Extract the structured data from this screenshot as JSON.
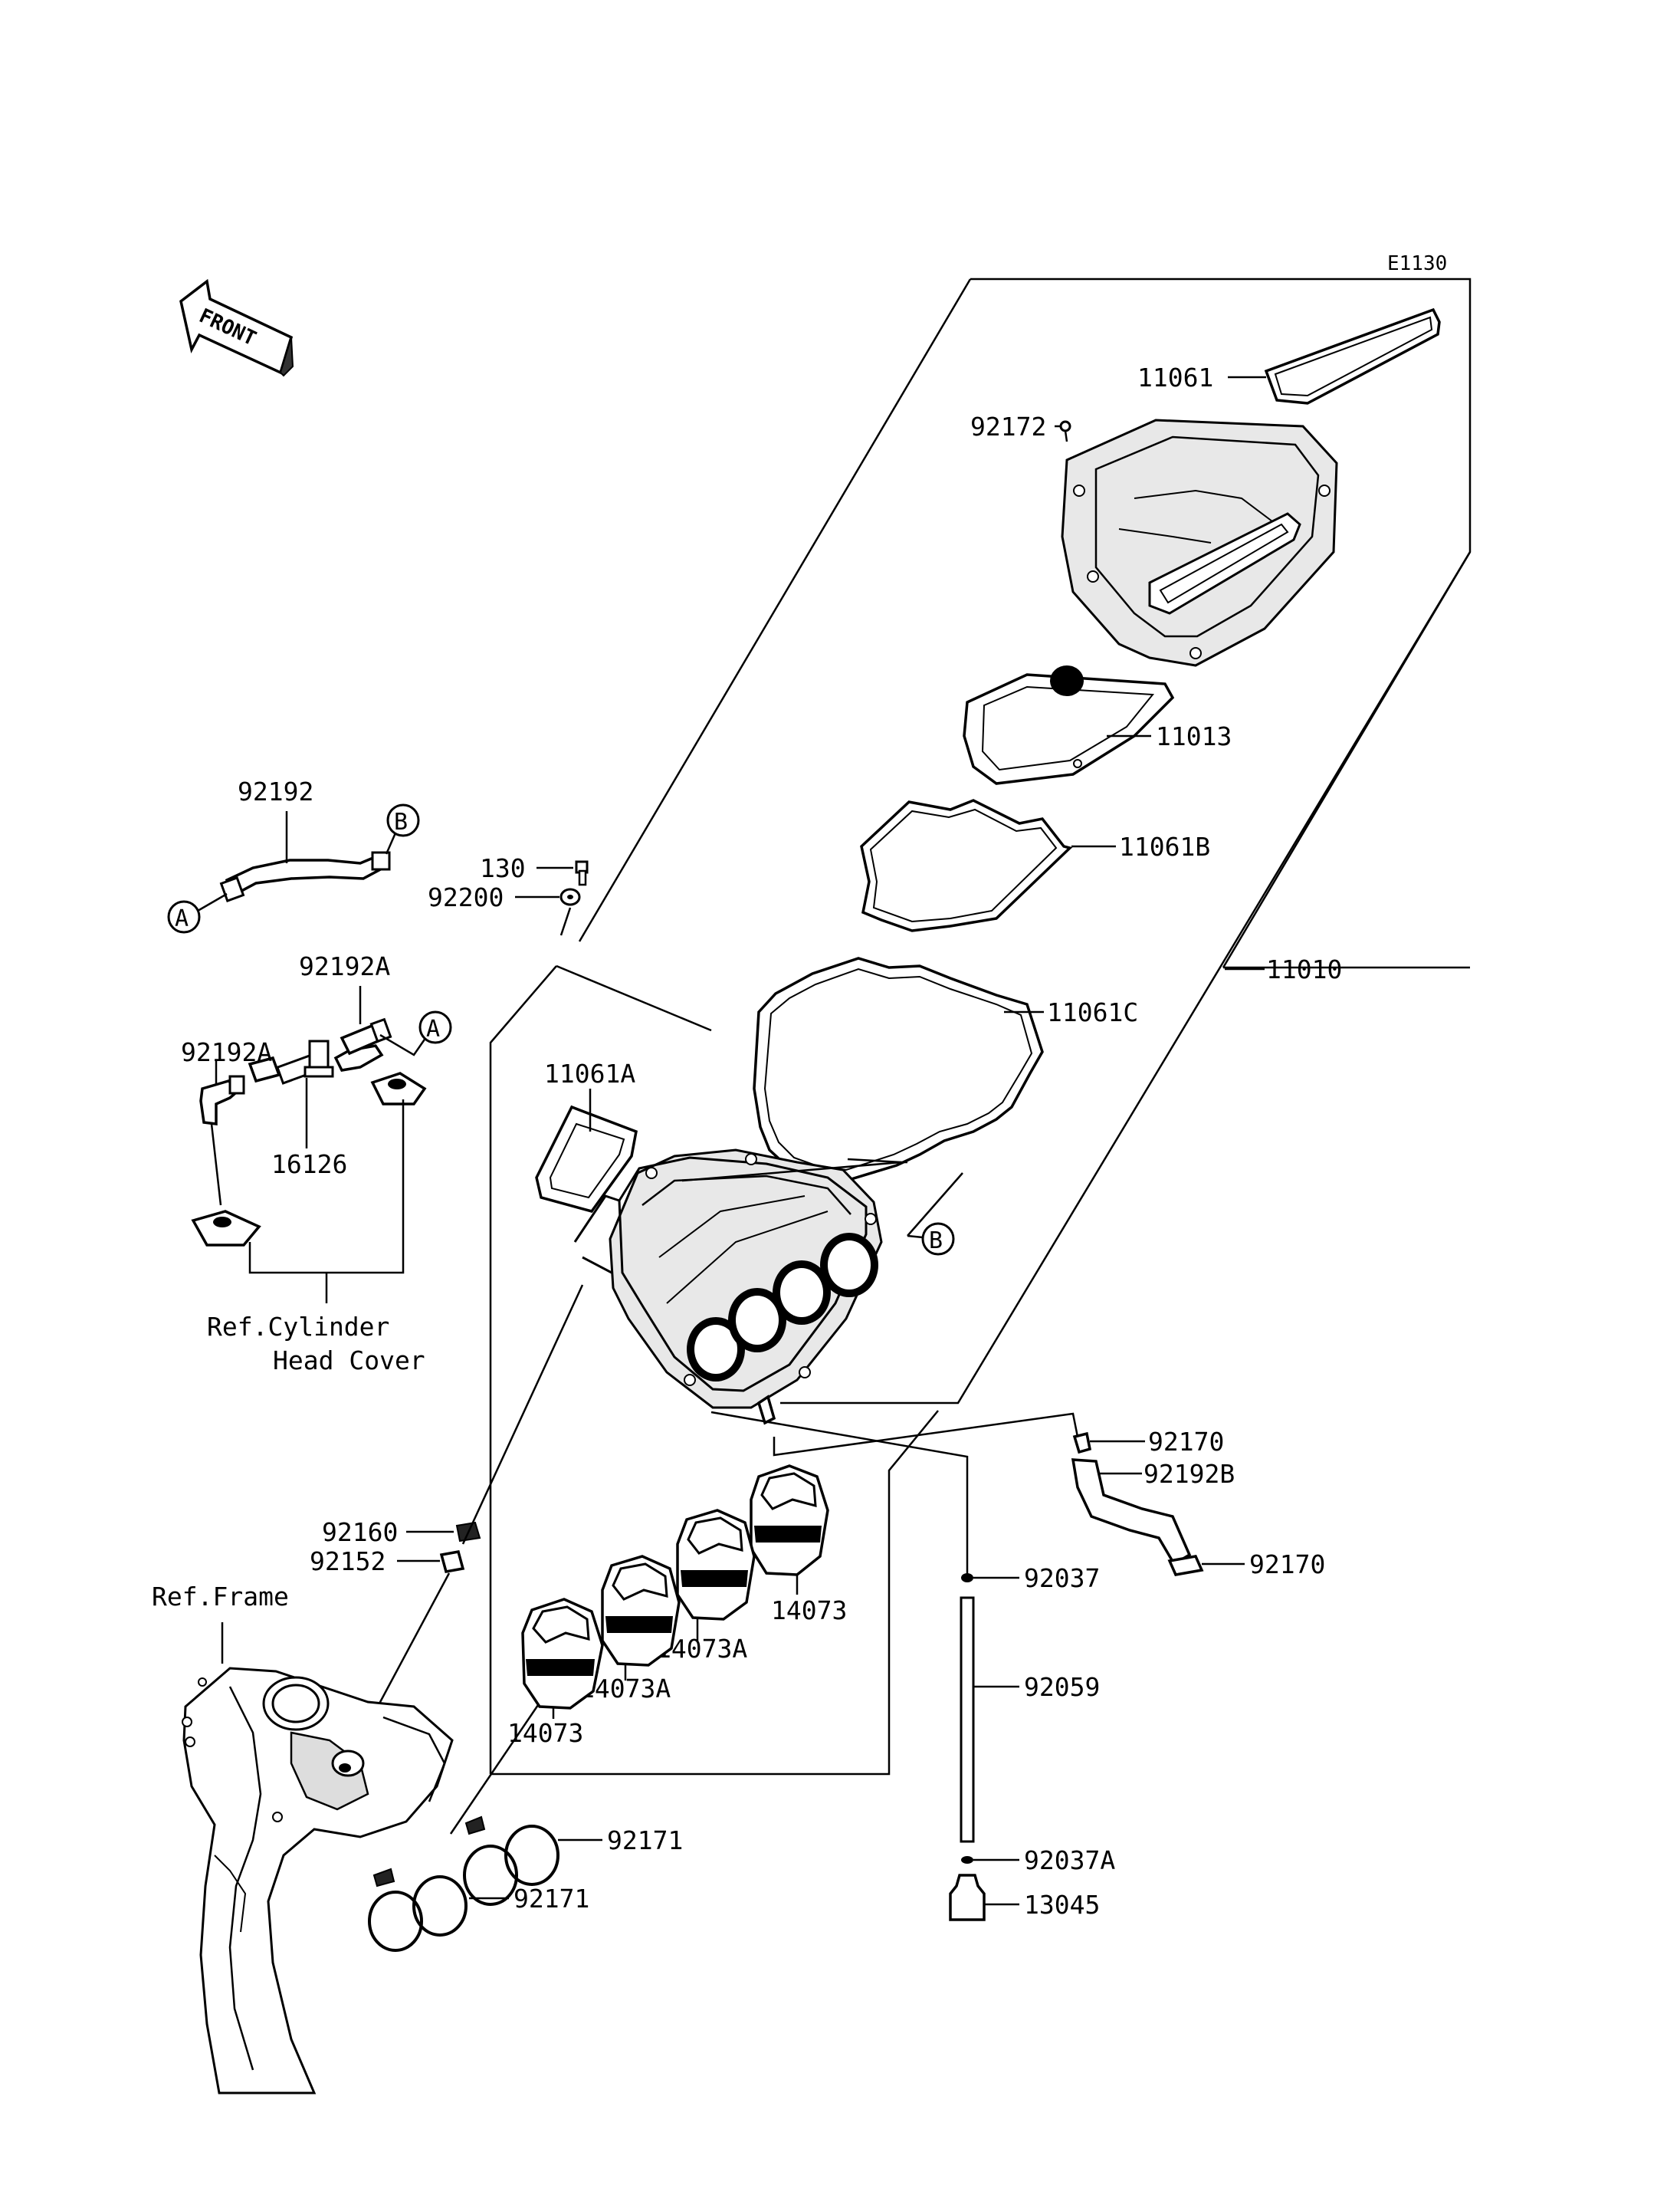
{
  "diagram_code": "E1130",
  "front_label": "FRONT",
  "refs": {
    "A": "A",
    "B": "B"
  },
  "notes": {
    "cylinder_head_line1": "Ref.Cylinder",
    "cylinder_head_line2": "Head Cover",
    "frame": "Ref.Frame"
  },
  "parts": {
    "p11061": "11061",
    "p92172": "92172",
    "p11013": "11013",
    "p11061B": "11061B",
    "p11010": "11010",
    "p11061C": "11061C",
    "p11061A": "11061A",
    "p92192": "92192",
    "p130": "130",
    "p92200": "92200",
    "p92192A_top": "92192A",
    "p92192A_left": "92192A",
    "p16126": "16126",
    "p92170_top": "92170",
    "p92192B": "92192B",
    "p92170_bottom": "92170",
    "p92160": "92160",
    "p92152": "92152",
    "p92037": "92037",
    "p14073_right": "14073",
    "p14073A_right": "14073A",
    "p14073A_left": "14073A",
    "p14073_left": "14073",
    "p92059": "92059",
    "p92171_top": "92171",
    "p92171_bottom": "92171",
    "p92037A": "92037A",
    "p13045": "13045"
  }
}
